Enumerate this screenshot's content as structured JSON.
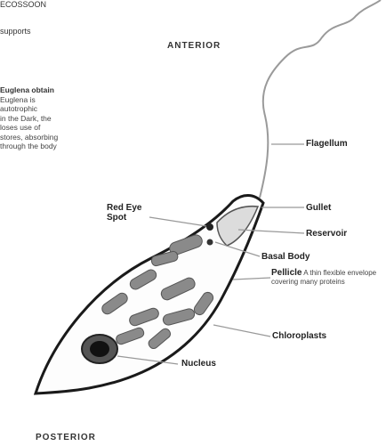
{
  "top_text": {
    "line1": "ECOSSOON",
    "line2": "supports"
  },
  "heading_top": "ANTERIOR",
  "heading_bottom": "POSTERIOR",
  "side_description": {
    "lead": "Euglena obtain",
    "lines": [
      "Euglena is",
      "autotrophic",
      "in the Dark, the",
      "loses use of",
      "stores, absorbing",
      "through the body"
    ]
  },
  "labels": {
    "flagellum": "Flagellum",
    "gullet": "Gullet",
    "reservoir": "Reservoir",
    "red_eye_spot": "Red Eye Spot",
    "basal_body": "Basal Body",
    "pellicle": "Pellicle",
    "pellicle_desc": "A thin flexible envelope covering many proteins",
    "chloroplasts": "Chloroplasts",
    "nucleus": "Nucleus"
  },
  "colors": {
    "outline": "#1a1a1a",
    "chloroplast": "#8a8a8a",
    "nucleus": "#222222",
    "label_line": "#999999"
  }
}
